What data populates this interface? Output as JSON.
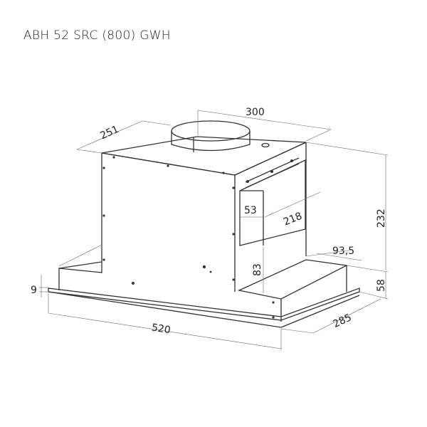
{
  "title": "ABH 52 SRC (800) GWH",
  "dimensions": {
    "width_top": "300",
    "depth_top": "251",
    "module_depth": "53",
    "module_width": "218",
    "module_height": "83",
    "side_depth": "93,5",
    "total_height": "232",
    "base_height": "58",
    "frame_thickness": "9",
    "total_width": "520",
    "total_depth": "285"
  },
  "colors": {
    "line": "#333333",
    "background": "#ffffff"
  }
}
